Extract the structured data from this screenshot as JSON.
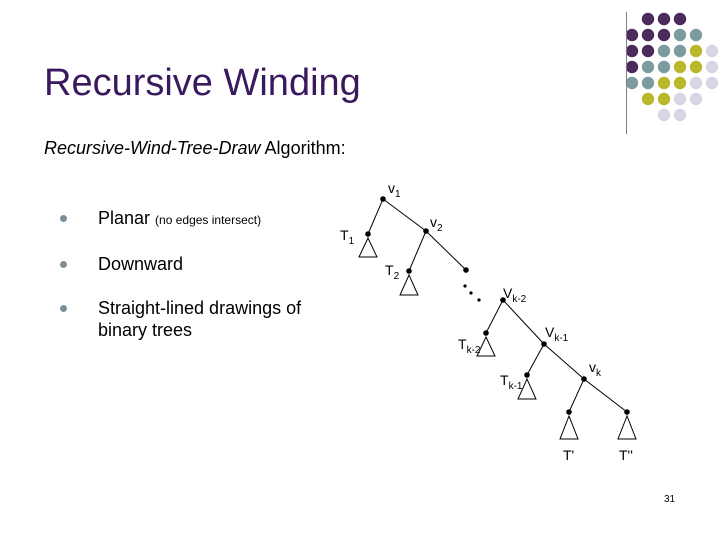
{
  "title": "Recursive Winding",
  "subtitle": {
    "italic": "Recursive-Wind-Tree-Draw",
    "rest": " Algorithm:"
  },
  "bullets": [
    {
      "text": "Planar ",
      "small": "(no edges intersect)"
    },
    {
      "text": "Downward",
      "small": ""
    },
    {
      "text": "Straight-lined drawings of binary trees",
      "small": ""
    }
  ],
  "tree_labels": {
    "v1": "v",
    "v1_sub": "1",
    "v2": "v",
    "v2_sub": "2",
    "t1": "T",
    "t1_sub": "1",
    "t2": "T",
    "t2_sub": "2",
    "vk2": "V",
    "vk2_sub": "k-2",
    "vk1": "V",
    "vk1_sub": "k-1",
    "tk2": "T",
    "tk2_sub": "k-2",
    "tk1": "T",
    "tk1_sub": "k-1",
    "vk": "v",
    "vk_sub": "k",
    "tprime": "T'",
    "tdprime": "T''"
  },
  "page_number": "31",
  "colors": {
    "dark_purple": "#4b2a5c",
    "gray_teal": "#7d9aa0",
    "olive_yellow": "#b9b72b",
    "light_lavender": "#d6d6e6",
    "title": "#3a1a5e"
  }
}
